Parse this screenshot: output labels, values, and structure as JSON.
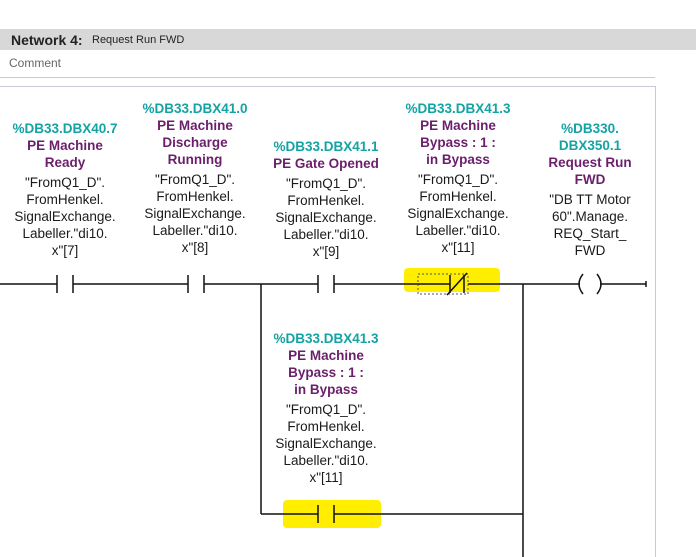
{
  "network": {
    "title": "Network 4:",
    "description": "Request Run FWD",
    "comment_placeholder": "Comment"
  },
  "operands": {
    "c1": {
      "address": "%DB33.DBX40.7",
      "name": [
        "PE Machine",
        "Ready"
      ],
      "tag": [
        "\"FromQ1_D\".",
        "FromHenkel.",
        "SignalExchange.",
        "Labeller.\"di10.",
        "x\"[7]"
      ]
    },
    "c2": {
      "address": "%DB33.DBX41.0",
      "name": [
        "PE Machine",
        "Discharge",
        "Running"
      ],
      "tag": [
        "\"FromQ1_D\".",
        "FromHenkel.",
        "SignalExchange.",
        "Labeller.\"di10.",
        "x\"[8]"
      ]
    },
    "c3": {
      "address": "%DB33.DBX41.1",
      "name": [
        "PE Gate Opened"
      ],
      "tag": [
        "\"FromQ1_D\".",
        "FromHenkel.",
        "SignalExchange.",
        "Labeller.\"di10.",
        "x\"[9]"
      ]
    },
    "c4": {
      "address": "%DB33.DBX41.3",
      "name": [
        "PE Machine",
        "Bypass : 1 :",
        "in Bypass"
      ],
      "tag": [
        "\"FromQ1_D\".",
        "FromHenkel.",
        "SignalExchange.",
        "Labeller.\"di10.",
        "x\"[11]"
      ]
    },
    "coil": {
      "address": [
        "%DB330.",
        "DBX350.1"
      ],
      "name": [
        "Request Run",
        "FWD"
      ],
      "tag": [
        "\"DB TT Motor",
        "60\".Manage.",
        "REQ_Start_",
        "FWD"
      ]
    },
    "c5": {
      "address": "%DB33.DBX41.3",
      "name": [
        "PE Machine",
        "Bypass : 1 :",
        "in Bypass"
      ],
      "tag": [
        "\"FromQ1_D\".",
        "FromHenkel.",
        "SignalExchange.",
        "Labeller.\"di10.",
        "x\"[11]"
      ]
    }
  },
  "colors": {
    "address": "#14a3a3",
    "symbol_name": "#6b1f6b",
    "highlight": "#ffee00",
    "header_bg": "#d8d8d8"
  }
}
